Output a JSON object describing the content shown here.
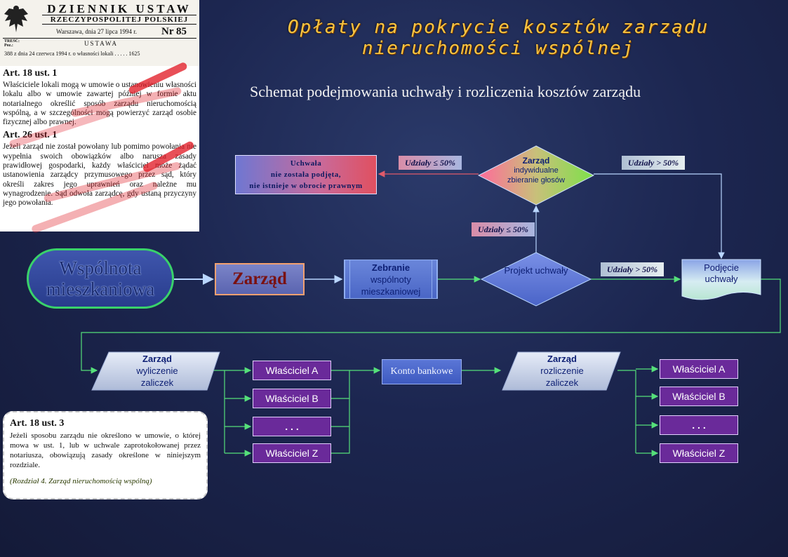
{
  "gazette": {
    "title": "DZIENNIK USTAW",
    "subtitle": "RZECZYPOSPOLITEJ POLSKIEJ",
    "date": "Warszawa, dnia 27 lipca 1994 r.",
    "number": "Nr 85",
    "tresc_label": "TREŚĆ:",
    "poz_label": "Poz.:",
    "ustawa": "USTAWA",
    "entry": "388 z dnia 24 czerwca 1994 r. o własności lokali . . . . . 1625"
  },
  "articles": {
    "art18_heading": "Art. 18 ust. 1",
    "art18_text": "Właściciele lokali mogą w umowie o ustanowieniu własności lokalu albo w umowie zawartej później w formie aktu notarialnego określić sposób zarządu nieruchomością wspólną, a w szczególności mogą powierzyć zarząd osobie fizycznej albo prawnej.",
    "art26_heading": "Art. 26 ust. 1",
    "art26_text": "Jeżeli zarząd nie został powołany lub pomimo powołania nie wypełnia swoich obowiązków albo narusza zasady prawidłowej gospodarki, każdy właściciel może żądać ustanowienia zarządcy przymusowego przez sąd, który określi zakres jego uprawnień oraz należne mu wynagrodzenie. Sąd odwoła zarządcę, gdy ustaną przyczyny jego powołania.",
    "art18_3_heading": "Art. 18 ust. 3",
    "art18_3_text": "Jeżeli sposobu zarządu nie określono w umowie, o której mowa w ust. 1, lub w uchwale zaprotokołowanej przez notariusza, obowiązują zasady określone w niniejszym rozdziale.",
    "art18_3_ref": "(Rozdział 4. Zarząd nieruchomością wspólną)"
  },
  "title": "Opłaty na pokrycie kosztów zarządu nieruchomości wspólnej",
  "subtitle": "Schemat podejmowania uchwały i rozliczenia kosztów zarządu",
  "nodes": {
    "wspolnota": "Wspólnota mieszkaniowa",
    "zarzad": "Zarząd",
    "zebranie_1": "Zebranie",
    "zebranie_2": "wspólnoty mieszkaniowej",
    "projekt": "Projekt uchwały",
    "podjecie": "Podjęcie uchwały",
    "zarzad_ind_1": "Zarząd",
    "zarzad_ind_2": "indywidualne zbieranie głosów",
    "niepodjeta_1": "Uchwała",
    "niepodjeta_2": "nie została podjęta,",
    "niepodjeta_3": "nie istnieje w obrocie prawnym",
    "wyliczenie_1": "Zarząd",
    "wyliczenie_2": "wyliczenie zaliczek",
    "konto": "Konto bankowe",
    "rozliczenie_1": "Zarząd",
    "rozliczenie_2": "rozliczenie zaliczek"
  },
  "labels": {
    "le50_a": "Udziały ≤ 50%",
    "le50_b": "Udziały ≤ 50%",
    "gt50_a": "Udziały > 50%",
    "gt50_b": "Udziały > 50%"
  },
  "owners_left": [
    "Właściciel A",
    "Właściciel B",
    ". . .",
    "Właściciel Z"
  ],
  "owners_right": [
    "Właściciel A",
    "Właściciel B",
    ". . .",
    "Właściciel Z"
  ],
  "colors": {
    "connector_green": "#55e07a",
    "connector_blue": "#b9d6ff",
    "title_gold": "#f6c442"
  }
}
